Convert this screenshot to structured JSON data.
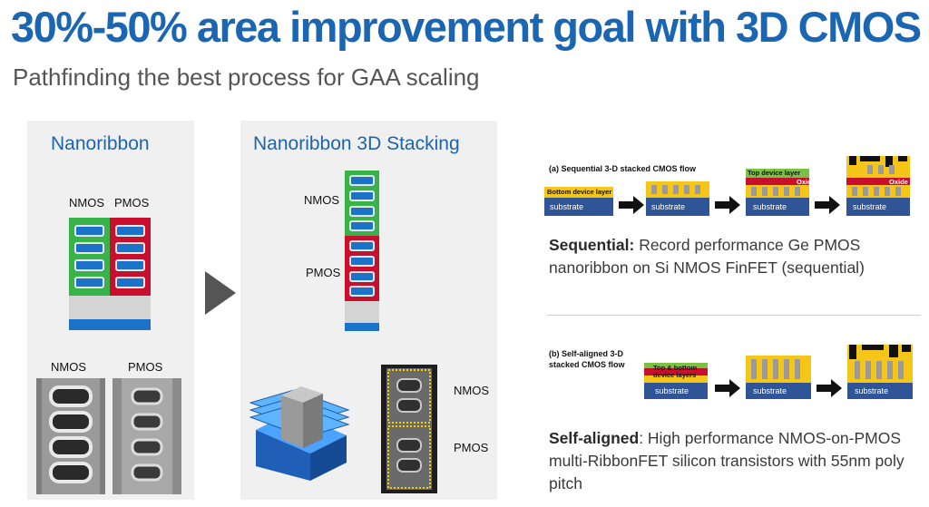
{
  "header": {
    "title": "30%-50% area improvement goal with 3D CMOS",
    "subtitle": "Pathfinding the best process for GAA scaling"
  },
  "nanoribbon_panel": {
    "heading": "Nanoribbon",
    "nmos_label": "NMOS",
    "pmos_label": "PMOS",
    "tem_nmos_label": "NMOS",
    "tem_pmos_label": "PMOS"
  },
  "stacking_panel": {
    "heading": "Nanoribbon 3D Stacking",
    "nmos_label": "NMOS",
    "pmos_label": "PMOS",
    "tem_nmos_label": "NMOS",
    "tem_pmos_label": "PMOS"
  },
  "sequential": {
    "flow_title": "(a) Sequential 3-D stacked CMOS flow",
    "bottom_layer_label": "Bottom device layer",
    "top_layer_label": "Top device layer",
    "oxide_label": "Oxide",
    "substrate_label": "substrate",
    "desc_bold": "Sequential:",
    "desc_text": " Record performance Ge PMOS nanoribbon on Si NMOS FinFET (sequential)"
  },
  "self_aligned": {
    "flow_title_line1": "(b) Self-aligned 3-D",
    "flow_title_line2": "stacked CMOS flow",
    "layers_label_line1": "Top & bottom",
    "layers_label_line2": "device layers",
    "substrate_label": "substrate",
    "desc_bold": "Self-aligned",
    "desc_text": ": High performance NMOS-on-PMOS multi-RibbonFET silicon transistors with 55nm poly pitch"
  },
  "colors": {
    "title_blue": "#1b66b3",
    "nmos_green": "#37b34a",
    "pmos_red": "#c8102e",
    "ribbon_blue": "#1a73c8",
    "substrate_blue": "#2f5597",
    "gold": "#f5c518"
  }
}
